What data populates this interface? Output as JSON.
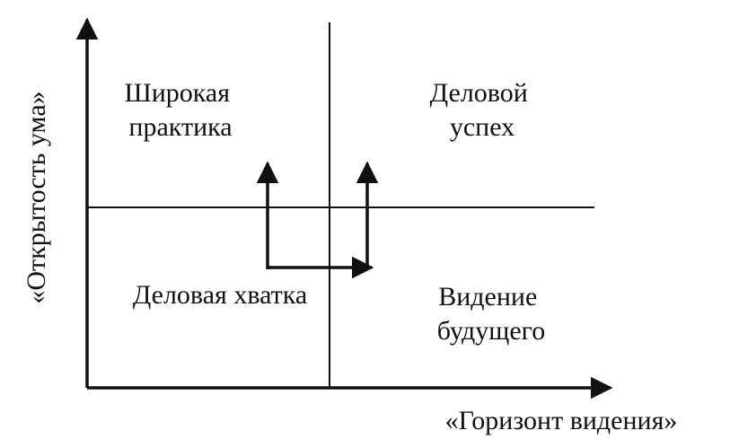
{
  "axes": {
    "y_label": "«Открытость ума»",
    "x_label": "«Горизонт видения»"
  },
  "quadrants": {
    "top_left": [
      "Широкая",
      "практика"
    ],
    "top_right": [
      "Деловой",
      "успех"
    ],
    "bottom_left": [
      "Деловая хватка"
    ],
    "bottom_right": [
      "Видение",
      "будущего"
    ]
  }
}
